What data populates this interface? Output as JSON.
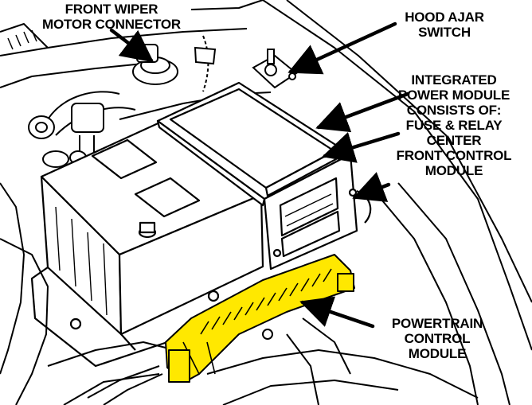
{
  "callouts": {
    "front_wiper": [
      "FRONT WIPER",
      "MOTOR CONNECTOR"
    ],
    "hood_ajar": [
      "HOOD AJAR",
      "SWITCH"
    ],
    "ipm": [
      "INTEGRATED",
      "POWER MODULE",
      "CONSISTS OF:",
      "FUSE & RELAY",
      "CENTER",
      "FRONT CONTROL",
      "MODULE"
    ],
    "pcm": [
      "POWERTRAIN",
      "CONTROL",
      "MODULE"
    ]
  },
  "colors": {
    "line": "#000000",
    "background": "#ffffff",
    "pcm_highlight": "#ffe800"
  }
}
